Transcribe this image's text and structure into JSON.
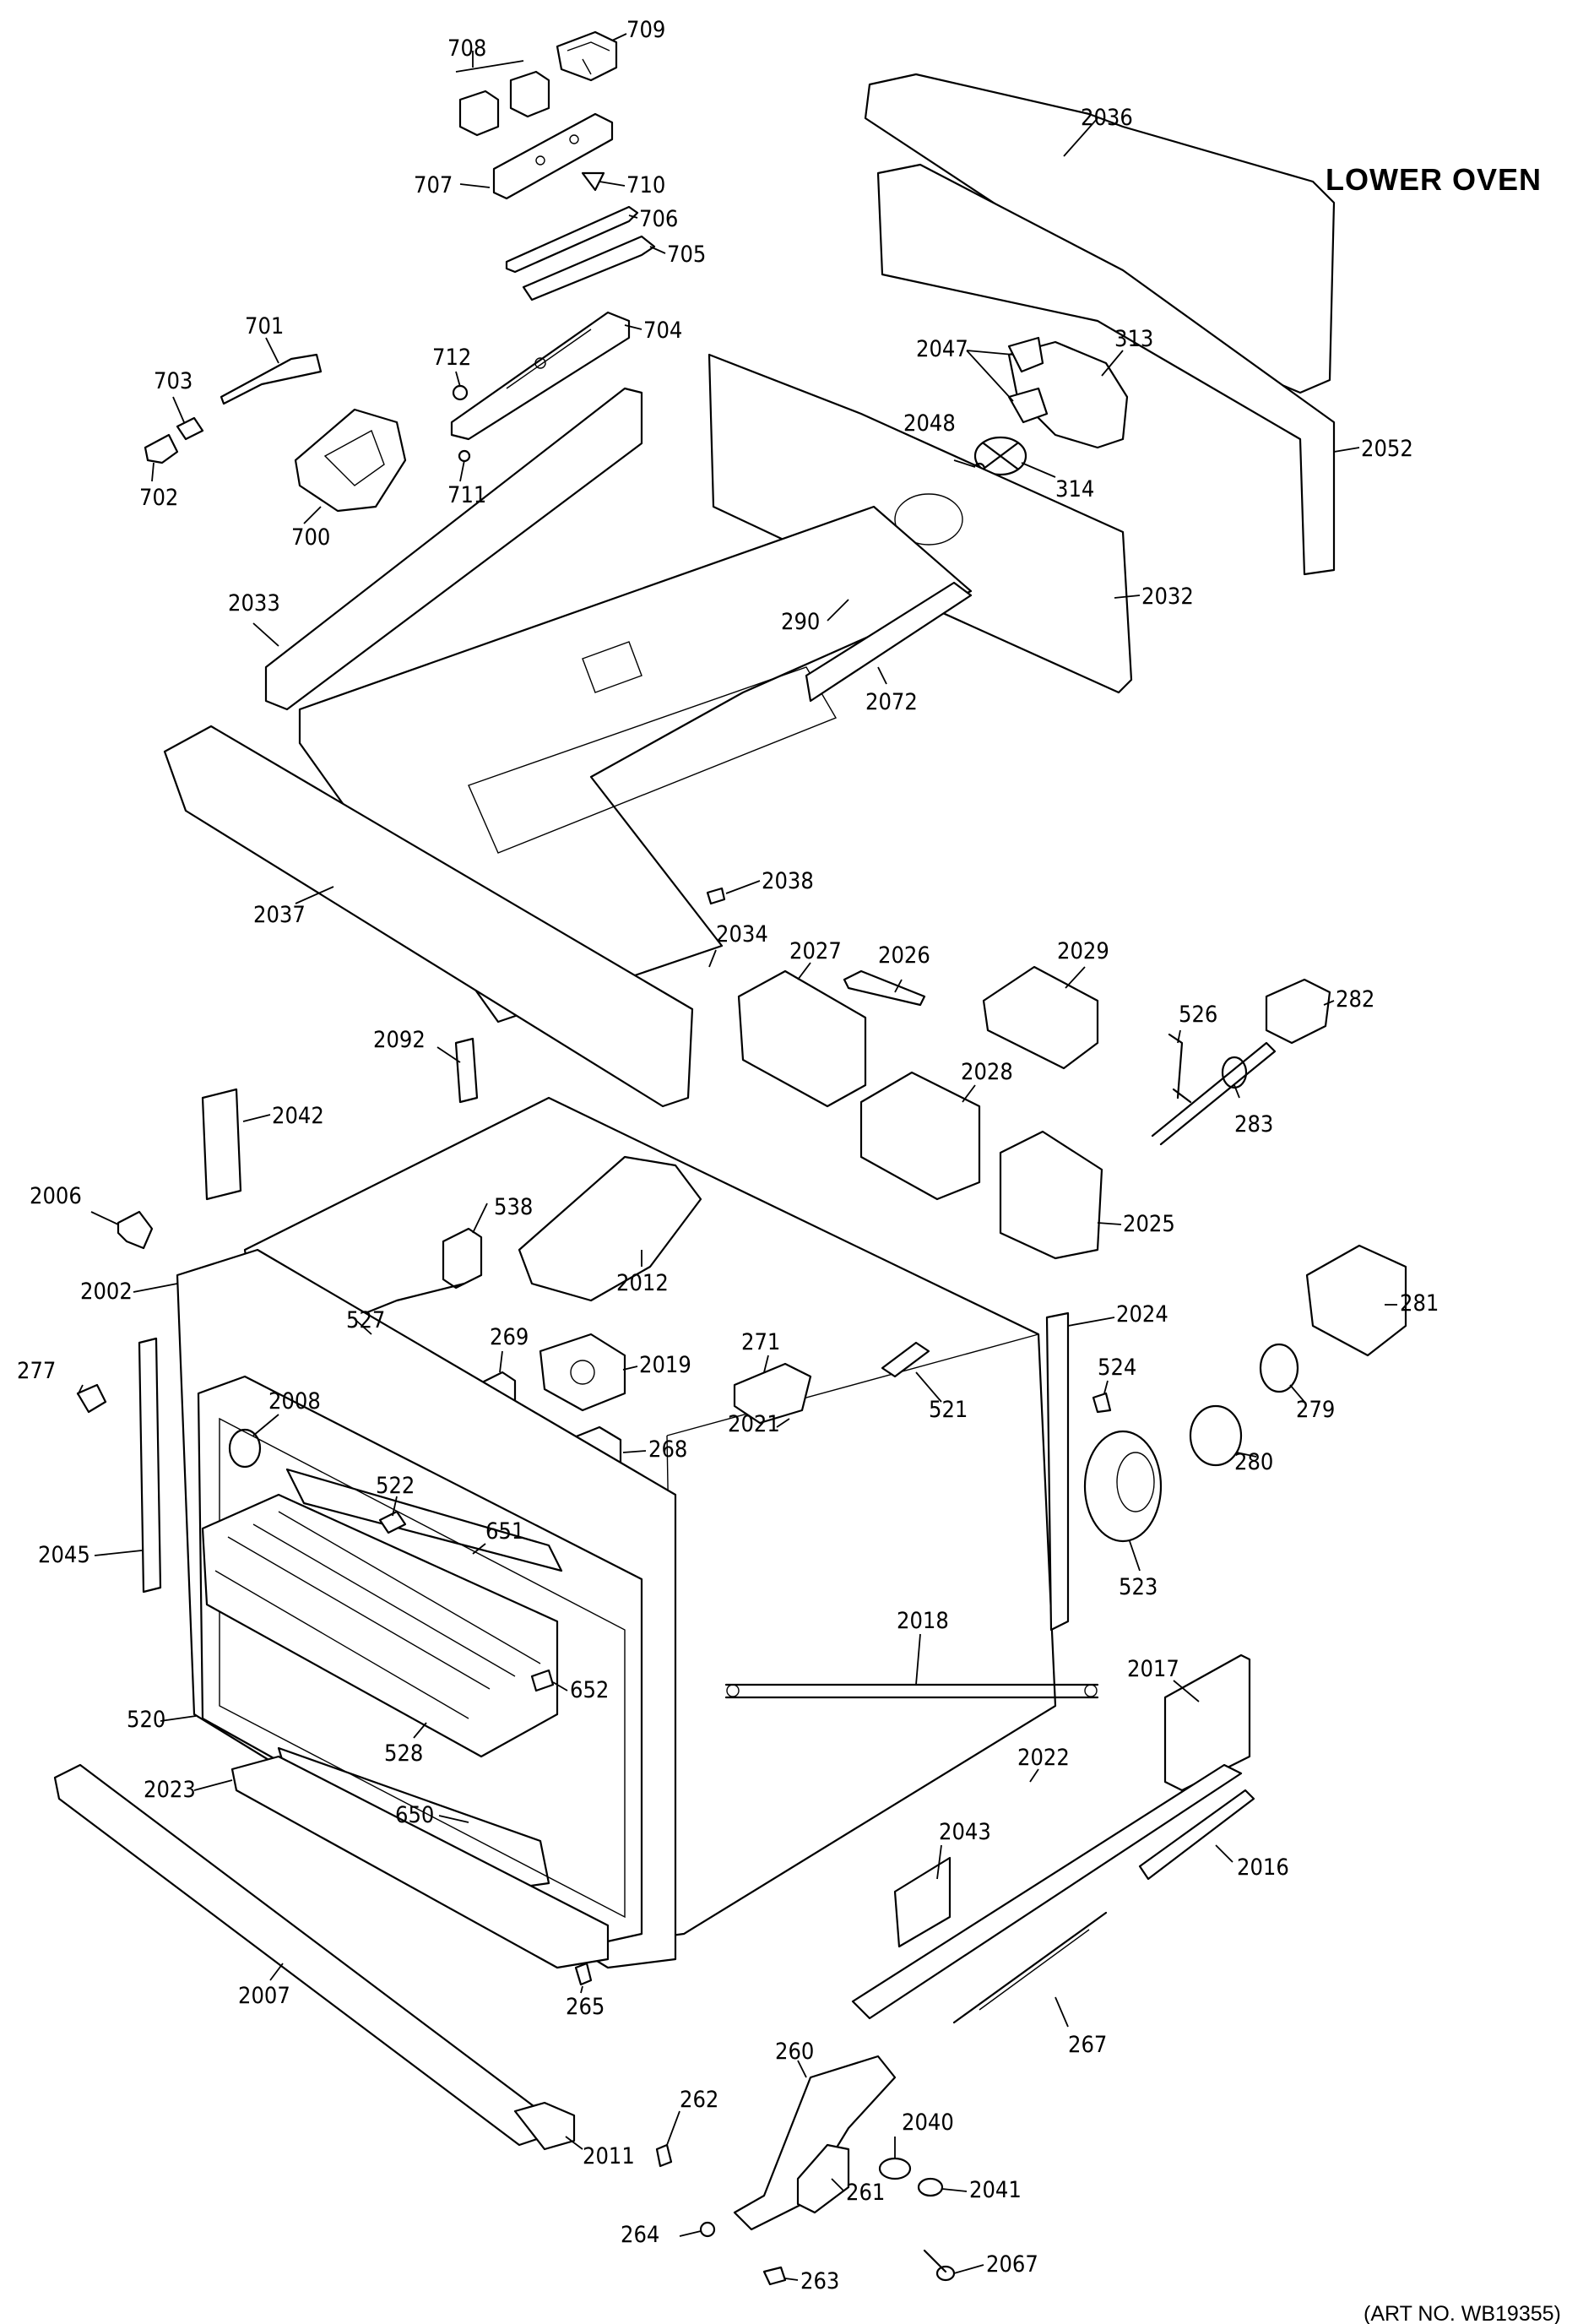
{
  "title": "LOWER OVEN",
  "art_number": "(ART NO. WB19355)",
  "callouts": [
    {
      "id": "709",
      "label": "709"
    },
    {
      "id": "708",
      "label": "708"
    },
    {
      "id": "707",
      "label": "707"
    },
    {
      "id": "710",
      "label": "710"
    },
    {
      "id": "706",
      "label": "706"
    },
    {
      "id": "705",
      "label": "705"
    },
    {
      "id": "704",
      "label": "704"
    },
    {
      "id": "712",
      "label": "712"
    },
    {
      "id": "711",
      "label": "711"
    },
    {
      "id": "701",
      "label": "701"
    },
    {
      "id": "703",
      "label": "703"
    },
    {
      "id": "702",
      "label": "702"
    },
    {
      "id": "700",
      "label": "700"
    },
    {
      "id": "2036",
      "label": "2036"
    },
    {
      "id": "2047",
      "label": "2047"
    },
    {
      "id": "313",
      "label": "313"
    },
    {
      "id": "2048",
      "label": "2048"
    },
    {
      "id": "314",
      "label": "314"
    },
    {
      "id": "2052",
      "label": "2052"
    },
    {
      "id": "2032",
      "label": "2032"
    },
    {
      "id": "290",
      "label": "290"
    },
    {
      "id": "2072",
      "label": "2072"
    },
    {
      "id": "2033",
      "label": "2033"
    },
    {
      "id": "2038",
      "label": "2038"
    },
    {
      "id": "2037",
      "label": "2037"
    },
    {
      "id": "2034",
      "label": "2034"
    },
    {
      "id": "2027",
      "label": "2027"
    },
    {
      "id": "2026",
      "label": "2026"
    },
    {
      "id": "2029",
      "label": "2029"
    },
    {
      "id": "526",
      "label": "526"
    },
    {
      "id": "282",
      "label": "282"
    },
    {
      "id": "283",
      "label": "283"
    },
    {
      "id": "2028",
      "label": "2028"
    },
    {
      "id": "2092",
      "label": "2092"
    },
    {
      "id": "2042",
      "label": "2042"
    },
    {
      "id": "2006",
      "label": "2006"
    },
    {
      "id": "538",
      "label": "538"
    },
    {
      "id": "2025",
      "label": "2025"
    },
    {
      "id": "2002",
      "label": "2002"
    },
    {
      "id": "2012",
      "label": "2012"
    },
    {
      "id": "2024",
      "label": "2024"
    },
    {
      "id": "281",
      "label": "281"
    },
    {
      "id": "527",
      "label": "527"
    },
    {
      "id": "269",
      "label": "269"
    },
    {
      "id": "2019",
      "label": "2019"
    },
    {
      "id": "271",
      "label": "271"
    },
    {
      "id": "277",
      "label": "277"
    },
    {
      "id": "2008",
      "label": "2008"
    },
    {
      "id": "268",
      "label": "268"
    },
    {
      "id": "521",
      "label": "521"
    },
    {
      "id": "524",
      "label": "524"
    },
    {
      "id": "279",
      "label": "279"
    },
    {
      "id": "2021",
      "label": "2021"
    },
    {
      "id": "280",
      "label": "280"
    },
    {
      "id": "522",
      "label": "522"
    },
    {
      "id": "651",
      "label": "651"
    },
    {
      "id": "2045",
      "label": "2045"
    },
    {
      "id": "523",
      "label": "523"
    },
    {
      "id": "2018",
      "label": "2018"
    },
    {
      "id": "652",
      "label": "652"
    },
    {
      "id": "2017",
      "label": "2017"
    },
    {
      "id": "520",
      "label": "520"
    },
    {
      "id": "528",
      "label": "528"
    },
    {
      "id": "2022",
      "label": "2022"
    },
    {
      "id": "2023",
      "label": "2023"
    },
    {
      "id": "650",
      "label": "650"
    },
    {
      "id": "2043",
      "label": "2043"
    },
    {
      "id": "2016",
      "label": "2016"
    },
    {
      "id": "2007",
      "label": "2007"
    },
    {
      "id": "265",
      "label": "265"
    },
    {
      "id": "267",
      "label": "267"
    },
    {
      "id": "260",
      "label": "260"
    },
    {
      "id": "262",
      "label": "262"
    },
    {
      "id": "2040",
      "label": "2040"
    },
    {
      "id": "2011",
      "label": "2011"
    },
    {
      "id": "2041",
      "label": "2041"
    },
    {
      "id": "261",
      "label": "261"
    },
    {
      "id": "264",
      "label": "264"
    },
    {
      "id": "2067",
      "label": "2067"
    },
    {
      "id": "263",
      "label": "263"
    }
  ]
}
